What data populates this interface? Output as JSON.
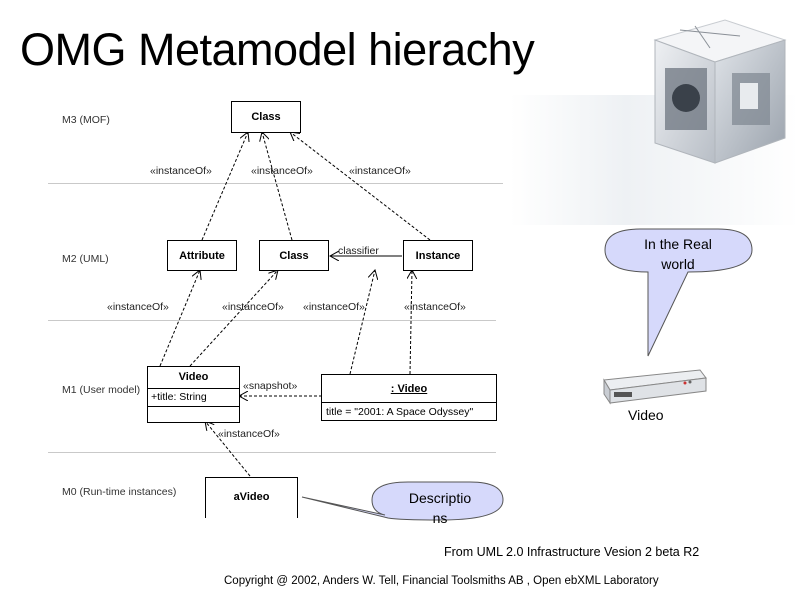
{
  "title": "OMG Metamodel hierachy",
  "layers": {
    "m3": "M3 (MOF)",
    "m2": "M2 (UML)",
    "m1": "M1 (User model)",
    "m0": "M0 (Run-time instances)"
  },
  "boxes": {
    "m3_class": "Class",
    "m2_attribute": "Attribute",
    "m2_class": "Class",
    "m2_instance": "Instance",
    "m1_video": "Video",
    "m1_video_attr": "+title: String",
    "m1_instance": ": Video",
    "m1_instance_attr": "title = \"2001: A Space Odyssey\"",
    "m0_avideo": "aVideo"
  },
  "relations": {
    "instance_of": "«instanceOf»",
    "classifier": "classifier",
    "snapshot": "«snapshot»"
  },
  "callouts": {
    "real_world": "In the Real world",
    "descriptions_line1": "Descriptio",
    "descriptions_line2": "ns"
  },
  "device_label": "Video",
  "source_note": "From UML 2.0 Infrastructure  Vesion 2 beta R2",
  "copyright": "Copyright @ 2002, Anders W. Tell, Financial Toolsmiths AB , Open ebXML Laboratory",
  "colors": {
    "bubble_fill": "#d6d9fb",
    "line": "#000000",
    "divider": "#c9c9c9"
  }
}
